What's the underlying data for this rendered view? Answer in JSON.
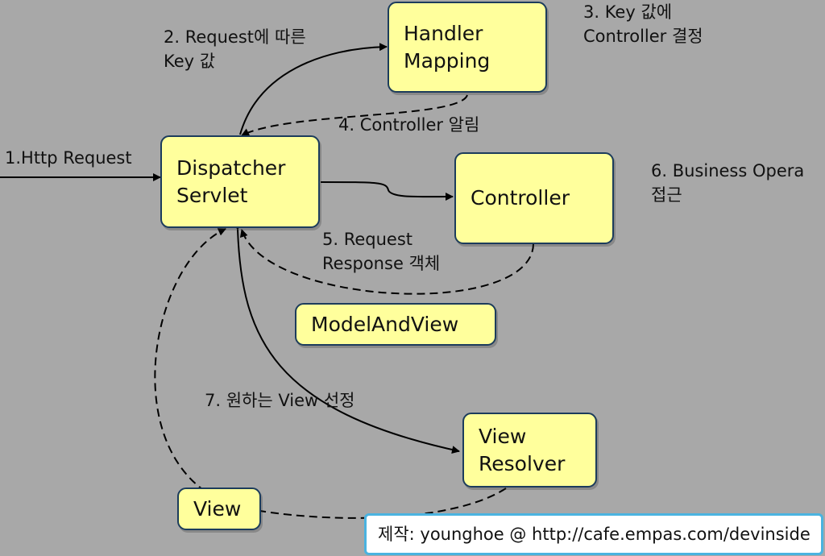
{
  "nodes": {
    "handler_mapping": [
      "Handler",
      "Mapping"
    ],
    "dispatcher_servlet": [
      "Dispatcher",
      "Servlet"
    ],
    "controller": [
      "Controller"
    ],
    "model_and_view": [
      "ModelAndView"
    ],
    "view_resolver": [
      "View",
      "Resolver"
    ],
    "view": [
      "View"
    ]
  },
  "steps": {
    "step1": [
      "1.Http Request"
    ],
    "step2": [
      "2. Request에 따른",
      "Key 값"
    ],
    "step3": [
      "3. Key 값에",
      "Controller 결정"
    ],
    "step4": [
      "4. Controller 알림"
    ],
    "step5": [
      "5. Request",
      "Response 객체"
    ],
    "step6": [
      "6. Business Opera",
      "접근"
    ],
    "step7": [
      "7. 원하는 View 선정"
    ]
  },
  "credit": "제작: younghoe @ http://cafe.empas.com/devinside",
  "colors": {
    "background": "#a8a8a8",
    "box_fill": "#ffff9c",
    "box_border": "#1c3c5c",
    "credit_border": "#4ab3e0"
  }
}
